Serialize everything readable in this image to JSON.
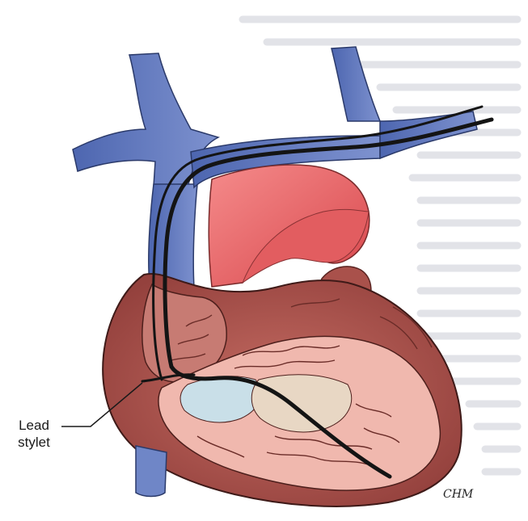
{
  "figure": {
    "label_line1": "Lead",
    "label_line2": "stylet",
    "signature": "CHM"
  },
  "colors": {
    "vein": "#5b73b8",
    "aorta": "#e8585c",
    "heart_wall": "#b55a52",
    "heart_interior": "#f1b7ae",
    "lead": "#141414",
    "background_text": "#dcdde2"
  }
}
